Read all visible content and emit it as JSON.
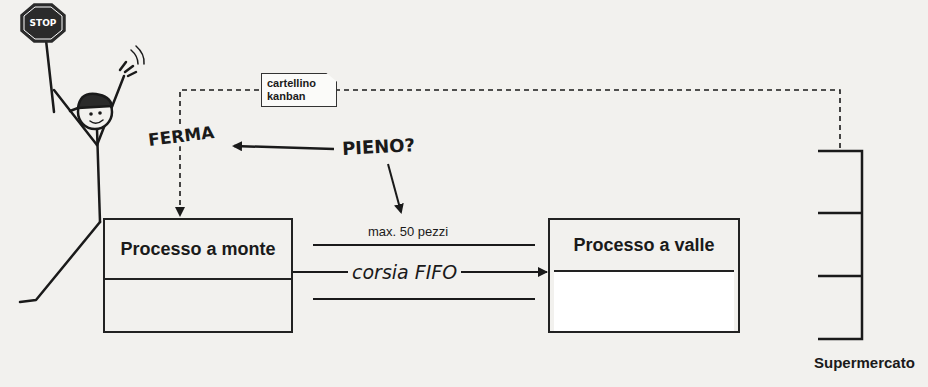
{
  "diagram": {
    "nodes": [
      {
        "text": [
          "STOP"
        ]
      },
      {
        "text": [
          "Processo a monte"
        ]
      },
      {
        "text": [
          "Processo a valle"
        ]
      },
      {
        "text": [
          "Supermercato"
        ]
      }
    ],
    "edges": [
      {
        "from": 3,
        "to": 1,
        "arrow": "to",
        "label": "cartellino kanban"
      },
      {
        "from": 1,
        "to": 2,
        "arrow": "to",
        "label": "corsia FIFO"
      }
    ],
    "labels": [
      "FERMA",
      "PIENO?",
      "max. 50 pezzi"
    ]
  }
}
